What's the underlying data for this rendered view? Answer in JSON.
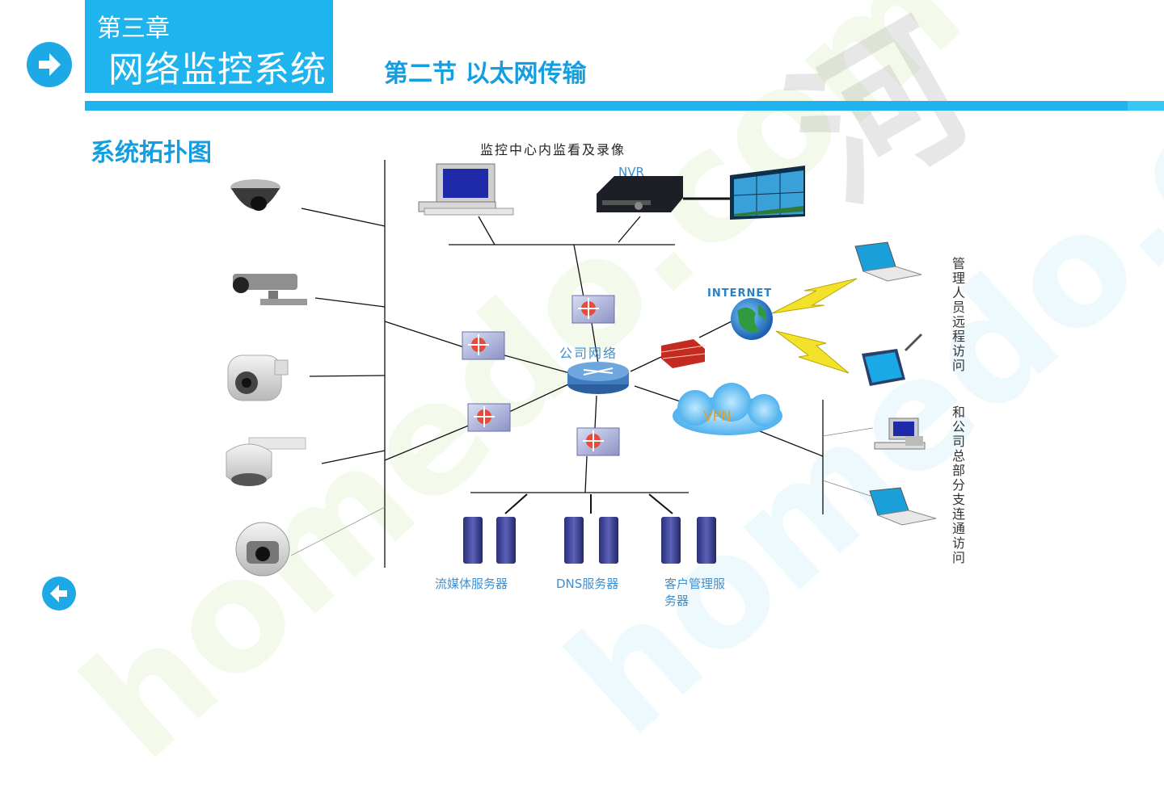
{
  "header": {
    "chapter_small": "第三章",
    "chapter_title": "网络监控系统",
    "section_title": "第二节  以太网传输"
  },
  "subtitle": "系统拓扑图",
  "watermark": {
    "text": "homedo.com",
    "glyph": "河"
  },
  "diagram": {
    "top_caption": "监控中心内监看及录像",
    "nvr_label": "NVR",
    "network_label": "公司网络",
    "internet_label": "INTERNET",
    "vpn_label": "VPN",
    "remote_access_label": "管理人员远程访问",
    "branch_access_label": "和公司总部分支连通访问",
    "server_labels": {
      "streaming": "流媒体服务器",
      "dns": "DNS服务器",
      "customer_mgmt_line1": "客户管理服",
      "customer_mgmt_line2": "务器"
    }
  },
  "icons": {
    "next": "arrow-right-circle-icon",
    "prev": "arrow-left-circle-icon"
  },
  "colors": {
    "accent": "#1fb4ee",
    "title_blue": "#139ee0",
    "label_blue": "#3f8fd0"
  }
}
